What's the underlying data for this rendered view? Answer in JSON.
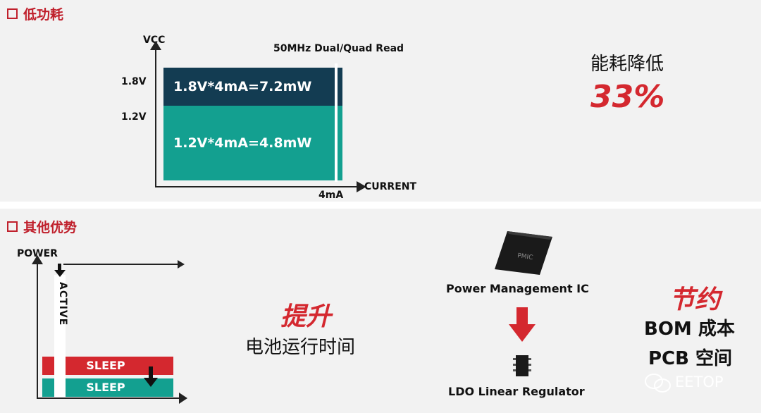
{
  "top_section": {
    "title": "低功耗",
    "chart": {
      "y_axis_label": "VCC",
      "x_axis_label": "CURRENT",
      "tick_high": "1.8V",
      "tick_low": "1.2V",
      "x_tick": "4mA",
      "mode_label": "50MHz Dual/Quad Read",
      "upper_formula": "1.8V*4mA=7.2mW",
      "lower_formula": "1.2V*4mA=4.8mW"
    },
    "saving_label": "能耗降低",
    "saving_value": "33%"
  },
  "bottom_section": {
    "title": "其他优势",
    "power_chart": {
      "y_axis_label": "POWER",
      "active_label": "ACTIVE",
      "sleep_upper": "SLEEP",
      "sleep_lower": "SLEEP"
    },
    "battery": {
      "headline": "提升",
      "subtext": "电池运行时间"
    },
    "pmic": {
      "chip_text": "PMIC",
      "top_label": "Power Management IC",
      "bottom_label": "LDO Linear Regulator"
    },
    "savings": {
      "headline": "节约",
      "line1": "BOM 成本",
      "line2": "PCB 空间"
    },
    "watermark": "EETOP"
  },
  "colors": {
    "accent_red": "#d4282f",
    "dark_navy": "#133c52",
    "teal": "#13a090"
  }
}
